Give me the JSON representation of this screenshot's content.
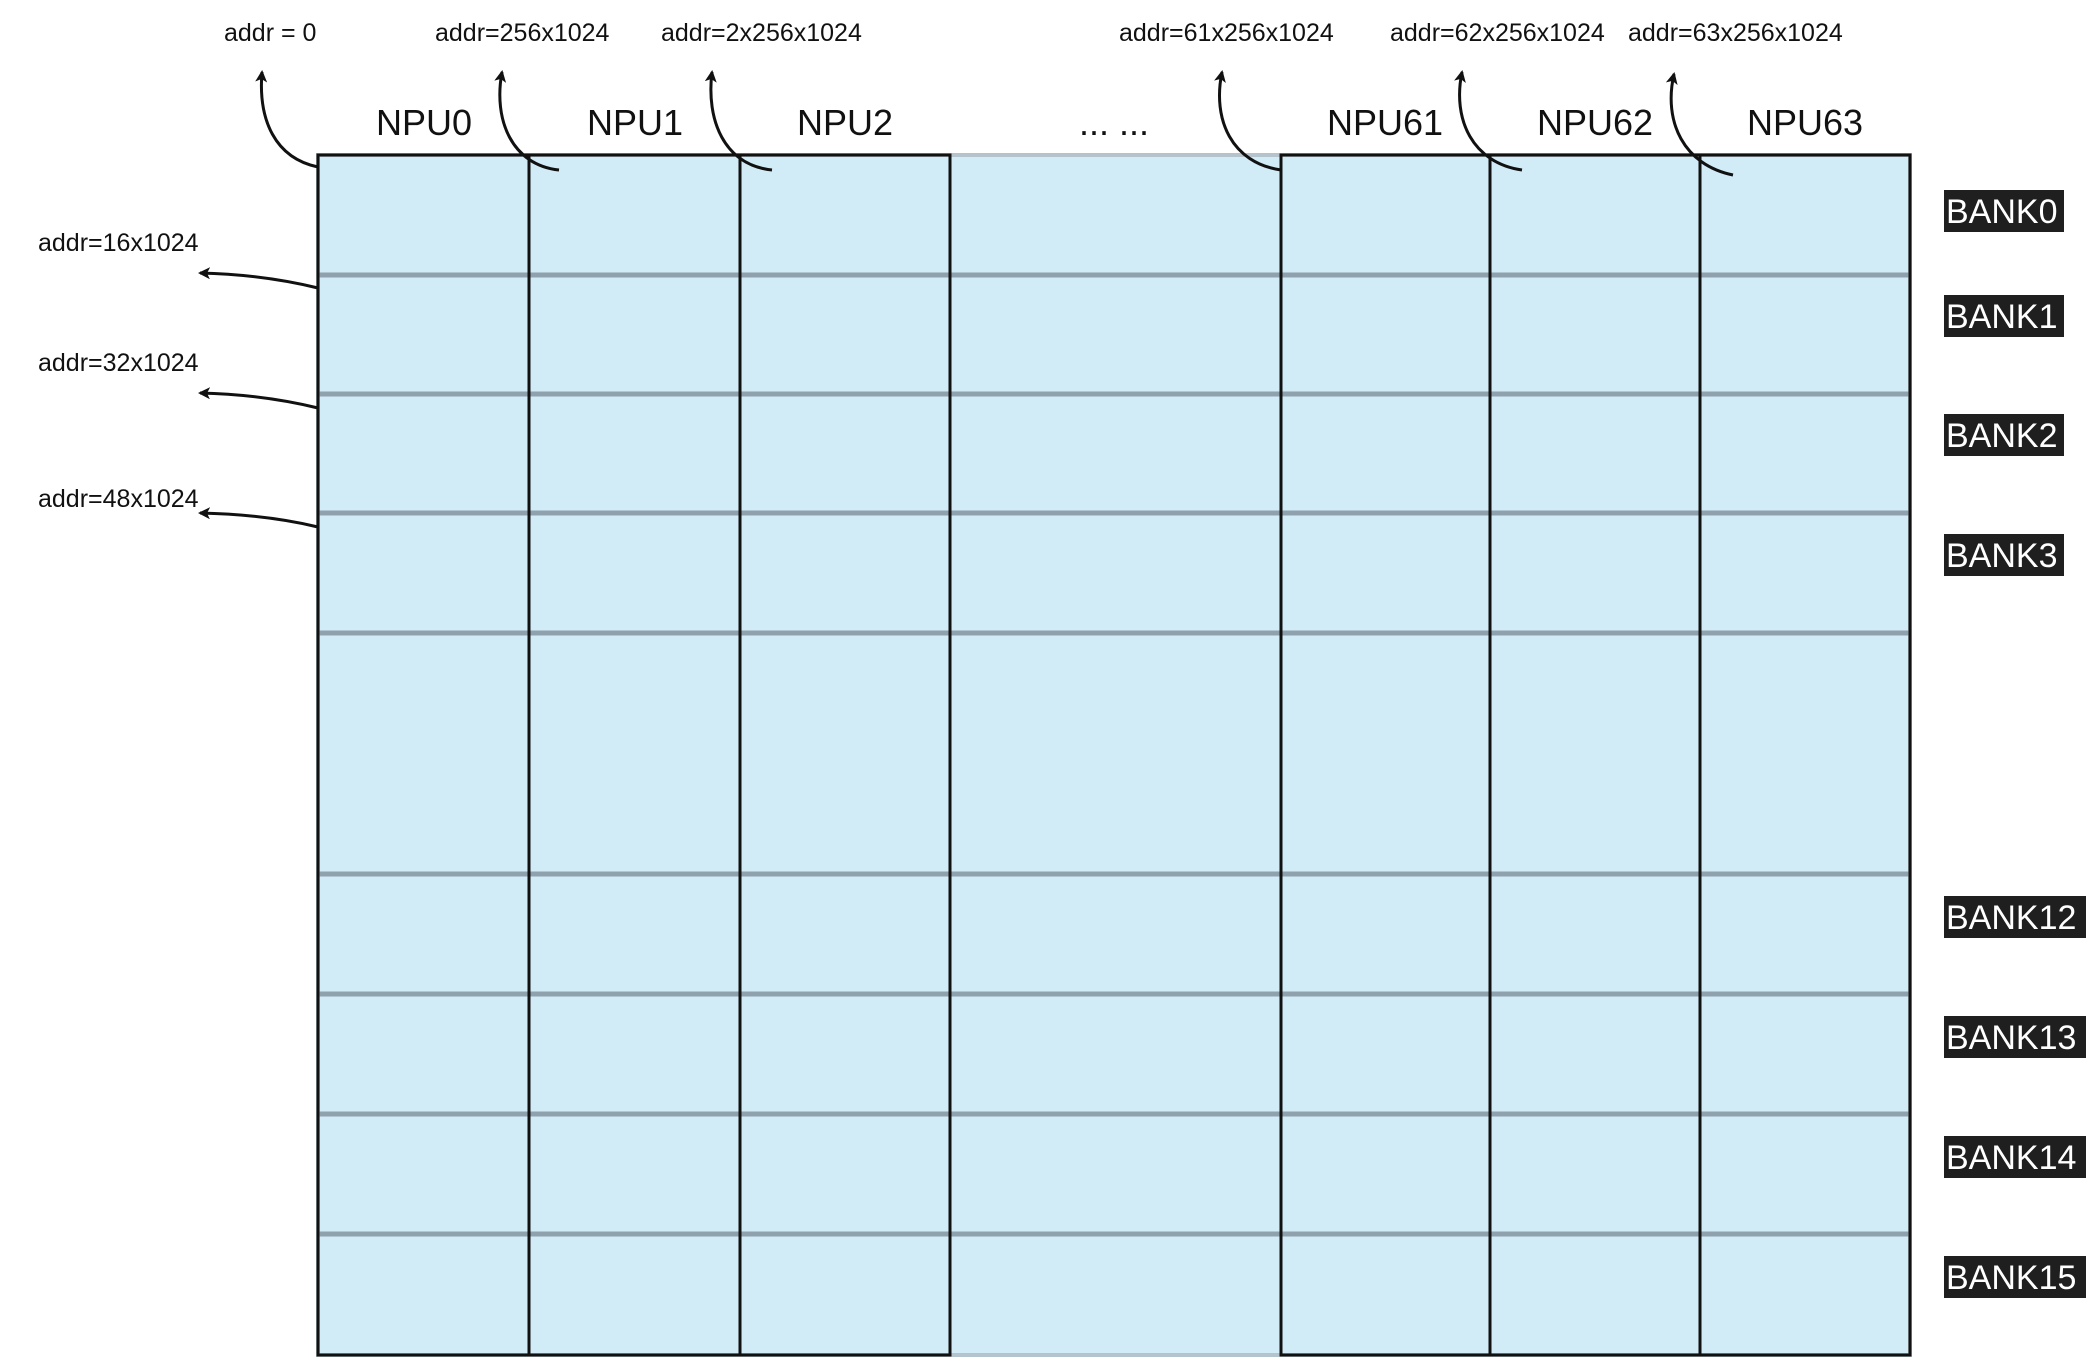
{
  "npu_labels": [
    "NPU0",
    "NPU1",
    "NPU2",
    "... ...",
    "NPU61",
    "NPU62",
    "NPU63"
  ],
  "top_addr_labels": [
    "addr = 0",
    "addr=256x1024",
    "addr=2x256x1024",
    "addr=61x256x1024",
    "addr=62x256x1024",
    "addr=63x256x1024"
  ],
  "left_addr_labels": [
    "addr=16x1024",
    "addr=32x1024",
    "addr=48x1024"
  ],
  "bank_labels": [
    "BANK0",
    "BANK1",
    "BANK2",
    "BANK3",
    "BANK12",
    "BANK13",
    "BANK14",
    "BANK15"
  ],
  "colors": {
    "cell_fill": "#d1ebf7",
    "row_line": "#8fa1ad",
    "column_line": "#111111",
    "bank_tag_bg": "#1f1f1f",
    "bank_tag_text": "#ffffff"
  }
}
